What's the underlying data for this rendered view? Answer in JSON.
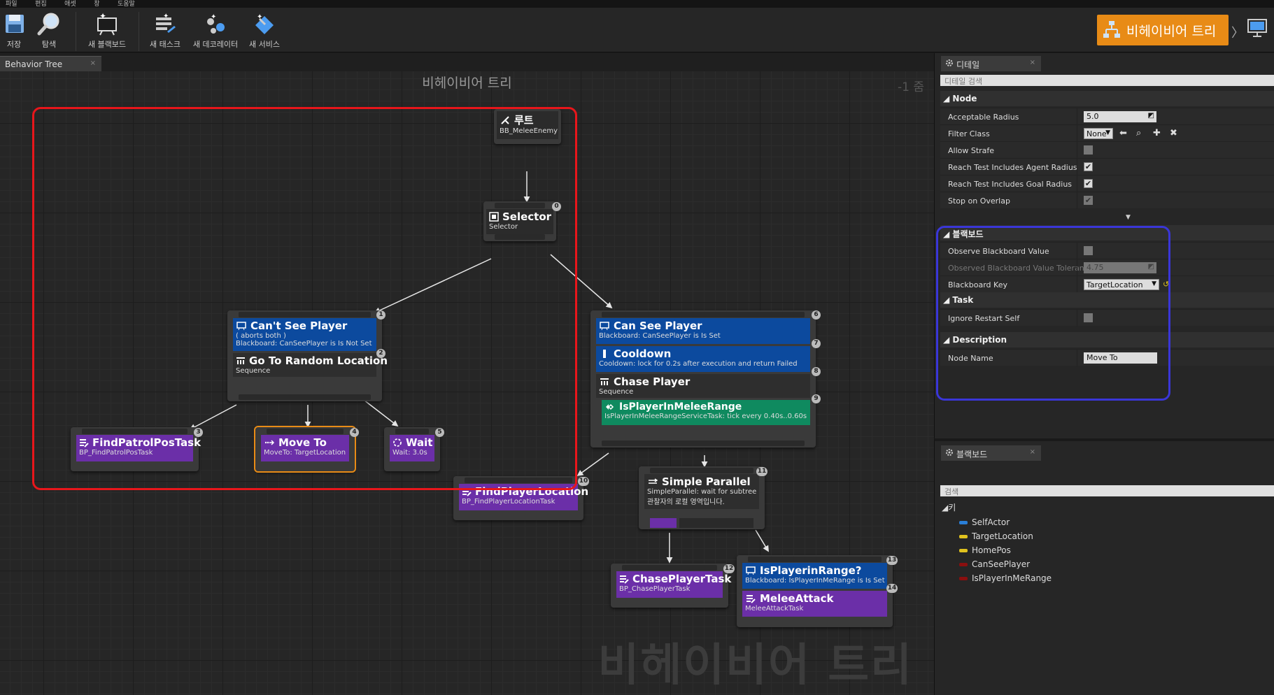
{
  "menu": [
    "파일",
    "편집",
    "애셋",
    "창",
    "도움말"
  ],
  "toolbar": {
    "save": "저장",
    "find": "탐색",
    "new_blackboard": "새 블랙보드",
    "new_task": "새 태스크",
    "new_decorator": "새 데코레이터",
    "new_service": "새 서비스",
    "mode_button": "비헤이비어 트리",
    "mode_arrow": "〉"
  },
  "graph": {
    "tab": "Behavior Tree",
    "tab_close": "×",
    "title": "비헤이비어 트리",
    "zoom": "-1 줌",
    "watermark": "비헤이비어 트리"
  },
  "nodes": {
    "root": {
      "title": "루트",
      "sub": "BB_MeleeEnemy"
    },
    "selector": {
      "title": "Selector",
      "sub": "Selector",
      "index": "0"
    },
    "cant_see": {
      "dec_title": "Can't See Player",
      "dec_sub1": "( aborts both )",
      "dec_sub2": "Blackboard: CanSeePlayer is Is Not Set",
      "seq_title": "Go To Random Location",
      "seq_sub": "Sequence",
      "index1": "1",
      "index2": "2"
    },
    "find_patrol": {
      "title": "FindPatrolPosTask",
      "sub": "BP_FindPatrolPosTask",
      "index": "3"
    },
    "move_to": {
      "title": "Move To",
      "sub": "MoveTo: TargetLocation",
      "index": "4"
    },
    "wait": {
      "title": "Wait",
      "sub": "Wait: 3.0s",
      "index": "5"
    },
    "can_see": {
      "dec1_title": "Can See Player",
      "dec1_sub": "Blackboard: CanSeePlayer is Is Set",
      "dec2_title": "Cooldown",
      "dec2_sub": "Cooldown: lock for 0.2s after execution and return Failed",
      "seq_title": "Chase Player",
      "seq_sub": "Sequence",
      "svc_title": "IsPlayerInMeleeRange",
      "svc_sub": "IsPlayerInMeleeRangeServiceTask: tick every 0.40s..0.60s",
      "index6": "6",
      "index7": "7",
      "index8": "8",
      "index9": "9"
    },
    "find_player": {
      "title": "FindPlayerLocation",
      "sub": "BP_FindPlayerLocationTask",
      "index": "10"
    },
    "simple_parallel": {
      "title": "Simple Parallel",
      "sub1": "SimpleParallel: wait for subtree",
      "sub2": "관찰자의 로컬 영역입니다.",
      "index": "11"
    },
    "chase_task": {
      "title": "ChasePlayerTask",
      "sub": "BP_ChasePlayerTask",
      "index": "12"
    },
    "in_range": {
      "dec_title": "IsPlayerinRange?",
      "dec_sub": "Blackboard: IsPlayerInMeRange is Is Set",
      "task_title": "MeleeAttack",
      "task_sub": "MeleeAttackTask",
      "index13": "13",
      "index14": "14"
    }
  },
  "details": {
    "tab": "디테일",
    "tab_close": "×",
    "search_placeholder": "디테일 검색",
    "sections": {
      "node": "Node",
      "blackboard": "블랙보드",
      "task": "Task",
      "description": "Description"
    },
    "acceptable_radius": {
      "label": "Acceptable Radius",
      "value": "5.0"
    },
    "filter_class": {
      "label": "Filter Class",
      "value": "None"
    },
    "allow_strafe": {
      "label": "Allow Strafe",
      "checked": false
    },
    "reach_agent": {
      "label": "Reach Test Includes Agent Radius",
      "checked": true
    },
    "reach_goal": {
      "label": "Reach Test Includes Goal Radius",
      "checked": true
    },
    "stop_overlap": {
      "label": "Stop on Overlap",
      "checked": true
    },
    "observe_bb": {
      "label": "Observe Blackboard Value",
      "checked": false
    },
    "observed_tol": {
      "label": "Observed Blackboard Value Toleran",
      "value": "4.75"
    },
    "bb_key": {
      "label": "Blackboard Key",
      "value": "TargetLocation"
    },
    "ignore_restart": {
      "label": "Ignore Restart Self",
      "checked": false
    },
    "node_name": {
      "label": "Node Name",
      "value": "Move To"
    }
  },
  "blackboard_panel": {
    "tab": "블랙보드",
    "tab_close": "×",
    "search_placeholder": "검색",
    "keys_header": "키",
    "keys": [
      {
        "name": "SelfActor",
        "color": "#2a7fd8"
      },
      {
        "name": "TargetLocation",
        "color": "#e0c21e"
      },
      {
        "name": "HomePos",
        "color": "#e0c21e"
      },
      {
        "name": "CanSeePlayer",
        "color": "#8a0f0f"
      },
      {
        "name": "IsPlayerInMeRange",
        "color": "#8a0f0f"
      }
    ]
  },
  "colors": {
    "decorator": "#0c4a9e",
    "task": "#6b2fa8",
    "service": "#0f8a5f",
    "selected_outline": "#e88b16",
    "annotation_red": "#e8161b",
    "annotation_blue": "#3a36d8"
  }
}
